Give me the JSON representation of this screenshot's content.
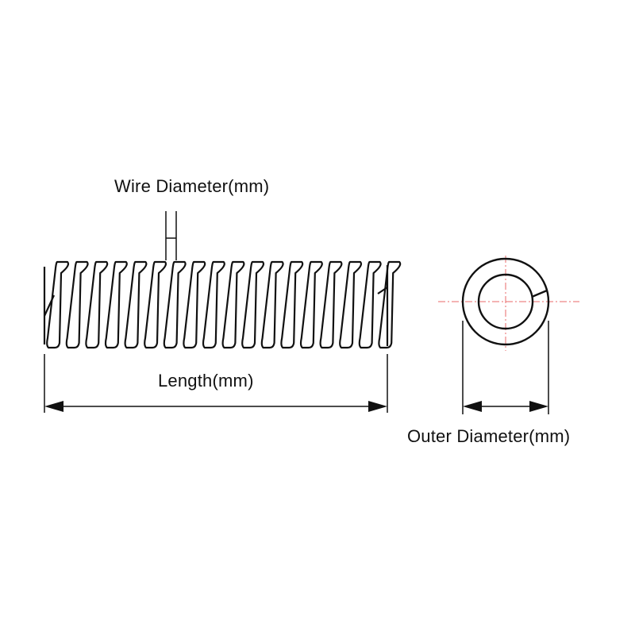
{
  "labels": {
    "wire_diameter": "Wire Diameter(mm)",
    "length": "Length(mm)",
    "outer_diameter": "Outer Diameter(mm)"
  },
  "colors": {
    "line": "#111111",
    "centerline": "#e86a6a",
    "background": "#ffffff"
  }
}
